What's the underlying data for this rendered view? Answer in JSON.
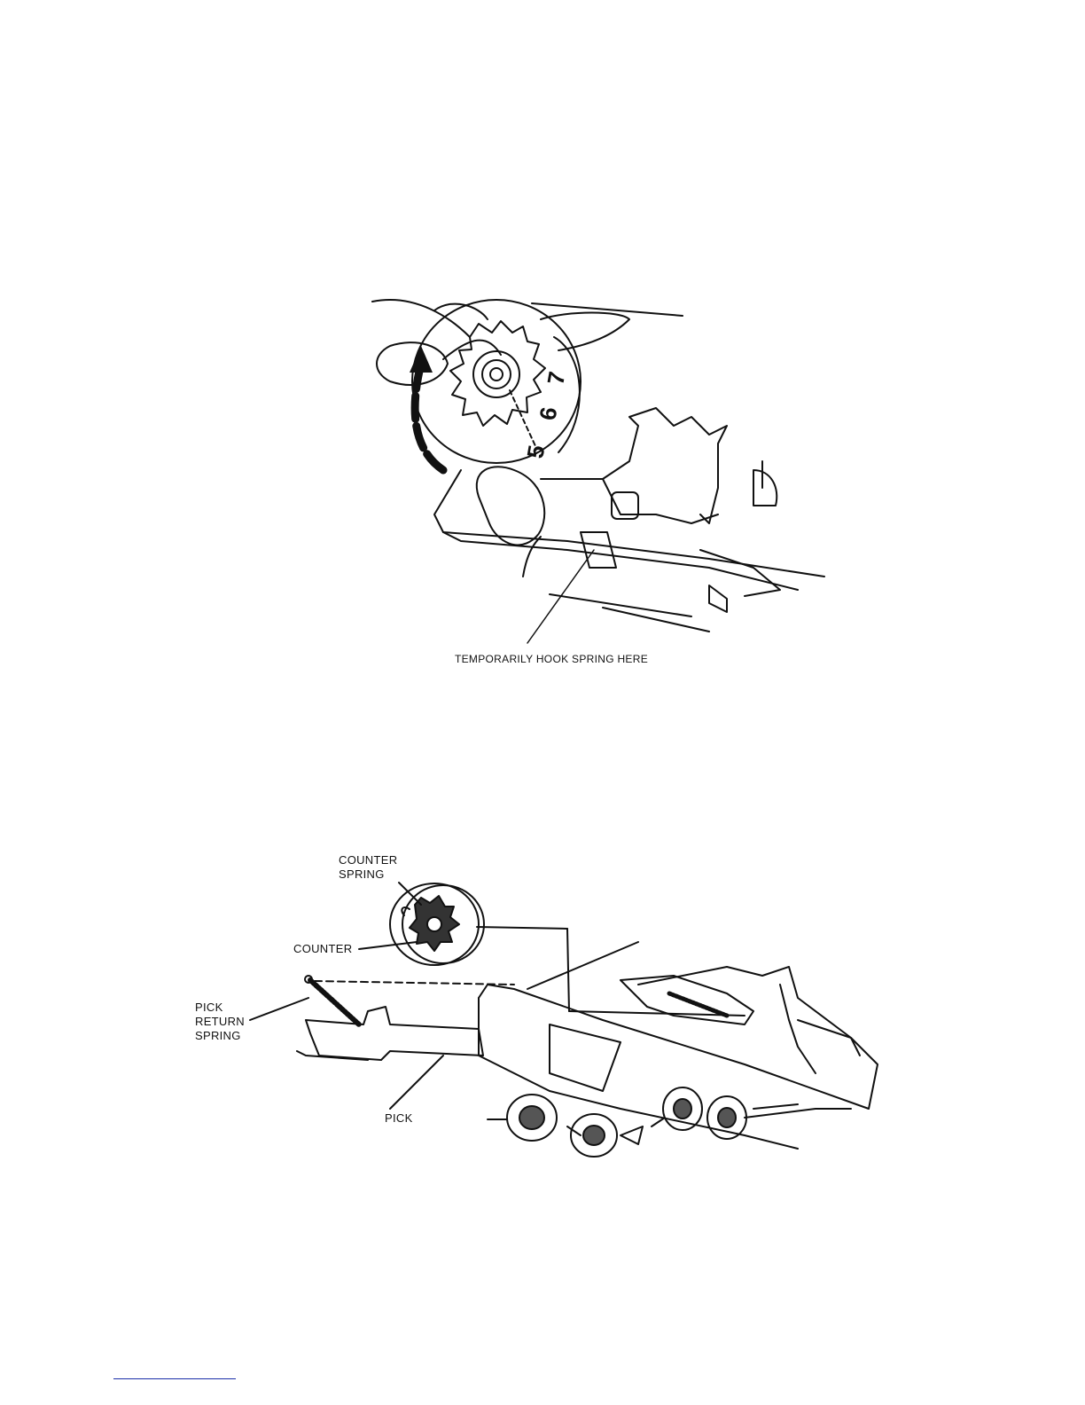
{
  "figure_top": {
    "callout": "TEMPORARILY HOOK SPRING HERE",
    "counter_digits": [
      "5",
      "6",
      "7"
    ]
  },
  "figure_bottom": {
    "labels": {
      "counter_spring": "COUNTER\nSPRING",
      "counter": "COUNTER",
      "pick_return_spring": "PICK\nRETURN\nSPRING",
      "pick": "PICK"
    }
  }
}
